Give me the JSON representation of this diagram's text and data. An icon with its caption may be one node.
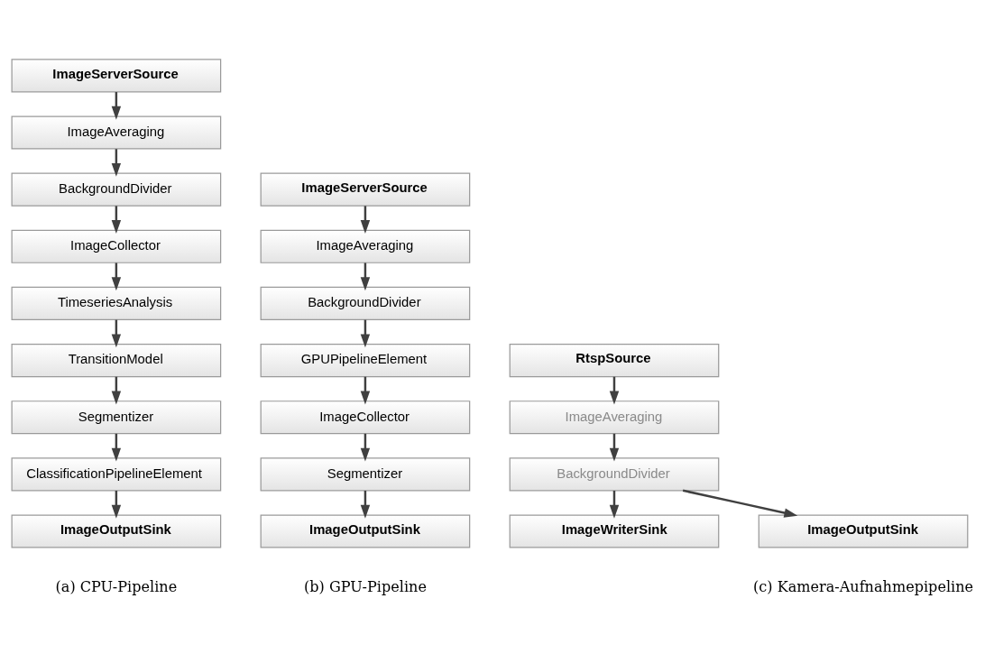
{
  "diagram": {
    "nodes": [
      {
        "text": [
          "ImageServerSource"
        ]
      },
      {
        "text": [
          "ImageAveraging"
        ]
      },
      {
        "text": [
          "BackgroundDivider"
        ]
      },
      {
        "text": [
          "ImageCollector"
        ]
      },
      {
        "text": [
          "TimeseriesAnalysis"
        ]
      },
      {
        "text": [
          "TransitionModel"
        ]
      },
      {
        "text": [
          "Segmentizer"
        ]
      },
      {
        "text": [
          "ClassificationPipelineElement"
        ]
      },
      {
        "text": [
          "ImageOutputSink"
        ]
      },
      {
        "text": [
          "ImageServerSource"
        ]
      },
      {
        "text": [
          "ImageAveraging"
        ]
      },
      {
        "text": [
          "BackgroundDivider"
        ]
      },
      {
        "text": [
          "GPUPipelineElement"
        ]
      },
      {
        "text": [
          "ImageCollector"
        ]
      },
      {
        "text": [
          "Segmentizer"
        ]
      },
      {
        "text": [
          "ImageOutputSink"
        ]
      },
      {
        "text": [
          "RtspSource"
        ]
      },
      {
        "text": [
          "ImageAveraging"
        ]
      },
      {
        "text": [
          "BackgroundDivider"
        ]
      },
      {
        "text": [
          "ImageWriterSink"
        ]
      },
      {
        "text": [
          "ImageOutputSink"
        ]
      }
    ],
    "edges": [
      {
        "from": 0,
        "to": 1,
        "arrow": "to"
      },
      {
        "from": 1,
        "to": 2,
        "arrow": "to"
      },
      {
        "from": 2,
        "to": 3,
        "arrow": "to"
      },
      {
        "from": 3,
        "to": 4,
        "arrow": "to"
      },
      {
        "from": 4,
        "to": 5,
        "arrow": "to"
      },
      {
        "from": 5,
        "to": 6,
        "arrow": "to"
      },
      {
        "from": 6,
        "to": 7,
        "arrow": "to"
      },
      {
        "from": 7,
        "to": 8,
        "arrow": "to"
      },
      {
        "from": 9,
        "to": 10,
        "arrow": "to"
      },
      {
        "from": 10,
        "to": 11,
        "arrow": "to"
      },
      {
        "from": 11,
        "to": 12,
        "arrow": "to"
      },
      {
        "from": 12,
        "to": 13,
        "arrow": "to"
      },
      {
        "from": 13,
        "to": 14,
        "arrow": "to"
      },
      {
        "from": 14,
        "to": 15,
        "arrow": "to"
      },
      {
        "from": 16,
        "to": 17,
        "arrow": "to"
      },
      {
        "from": 17,
        "to": 18,
        "arrow": "to"
      },
      {
        "from": 18,
        "to": 19,
        "arrow": "to"
      },
      {
        "from": 18,
        "to": 20,
        "arrow": "to"
      }
    ],
    "labels": [
      "(a) CPU-Pipeline",
      "(b) GPU-Pipeline",
      "(c) Kamera-Aufnahmepipeline"
    ]
  }
}
